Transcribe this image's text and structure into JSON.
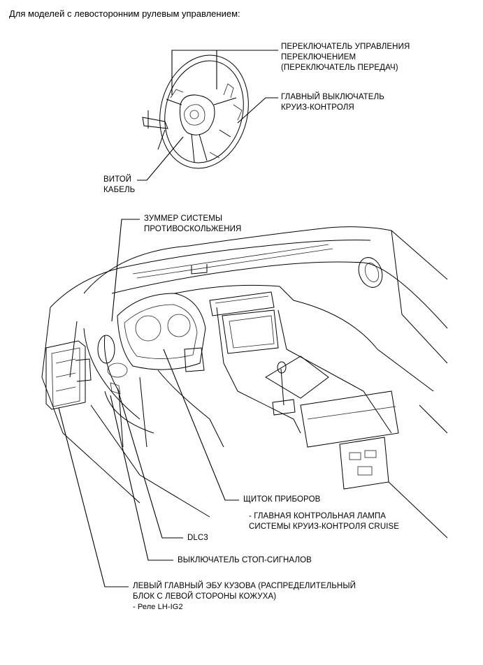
{
  "header": "Для моделей с левосторонним рулевым управлением:",
  "labels": {
    "paddle_switch": [
      "ПЕРЕКЛЮЧАТЕЛЬ УПРАВЛЕНИЯ",
      "ПЕРЕКЛЮЧЕНИЕМ",
      "(ПЕРЕКЛЮЧАТЕЛЬ ПЕРЕДАЧ)"
    ],
    "cruise_main_switch": [
      "ГЛАВНЫЙ ВЫКЛЮЧАТЕЛЬ",
      "КРУИЗ-КОНТРОЛЯ"
    ],
    "spiral_cable": [
      "ВИТОЙ",
      "КАБЕЛЬ"
    ],
    "skid_buzzer": [
      "ЗУММЕР СИСТЕМЫ",
      "ПРОТИВОСКОЛЬЖЕНИЯ"
    ],
    "combination_meter": [
      "ЩИТОК ПРИБОРОВ"
    ],
    "cruise_indicator": [
      "- ГЛАВНАЯ КОНТРОЛЬНАЯ ЛАМПА",
      "СИСТЕМЫ КРУИЗ-КОНТРОЛЯ CRUISE"
    ],
    "dlc3": [
      "DLC3"
    ],
    "stop_light_switch": [
      "ВЫКЛЮЧАТЕЛЬ СТОП-СИГНАЛОВ"
    ],
    "main_body_ecu": [
      "ЛЕВЫЙ ГЛАВНЫЙ ЭБУ КУЗОВА (РАСПРЕДЕЛИТЕЛЬНЫЙ",
      "БЛОК С ЛЕВОЙ СТОРОНЫ КОЖУХА)"
    ],
    "relay": [
      "- Реле LH-IG2"
    ]
  }
}
